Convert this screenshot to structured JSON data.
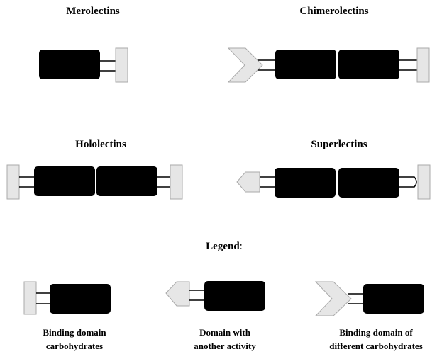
{
  "groups": {
    "merolectins": "Merolectins",
    "chimerolectins": "Chimerolectins",
    "hololectins": "Hololectins",
    "superlectins": "Superlectins"
  },
  "legend": {
    "title": "Legend",
    "title_colon": ":",
    "items": [
      {
        "line1": "Binding domain",
        "line2": "carbohydrates"
      },
      {
        "line1": "Domain with",
        "line2": "another activity"
      },
      {
        "line1": "Binding domain of",
        "line2": "different carbohydrates"
      }
    ]
  },
  "colors": {
    "domain": "#000000",
    "binding_domain": "#e6e6e6",
    "binding_domain_stroke": "#aaaaaa",
    "linker": "#000000"
  }
}
